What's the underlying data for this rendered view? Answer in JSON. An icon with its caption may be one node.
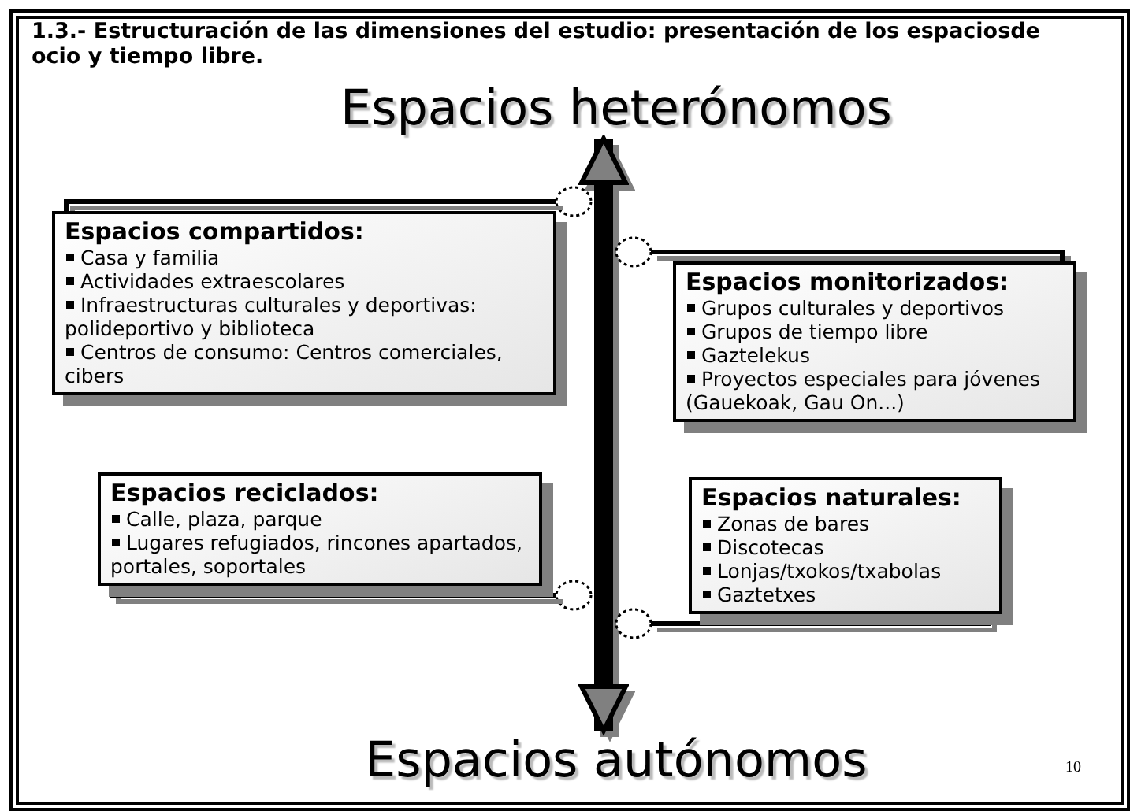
{
  "diagram": {
    "title": "1.3.- Estructuración de las dimensiones del estudio: presentación de los espaciosde ocio y tiempo libre.",
    "nodes": [
      {
        "text": [
          "Espacios compartidos:",
          "Casa y familia",
          "Actividades extraescolares",
          "Infraestructuras culturales y deportivas: polideportivo y biblioteca",
          "Centros de consumo: Centros comerciales, cibers"
        ]
      },
      {
        "text": [
          "Espacios monitorizados:",
          "Grupos culturales y deportivos",
          "Grupos de tiempo libre",
          "Gaztelekus",
          "Proyectos especiales para jóvenes (Gauekoak, Gau On...)"
        ]
      },
      {
        "text": [
          "Espacios reciclados:",
          "Calle, plaza, parque",
          "Lugares refugiados, rincones apartados, portales, soportales"
        ]
      },
      {
        "text": [
          "Espacios naturales:",
          "Zonas de bares",
          "Discotecas",
          "Lonjas/txokos/txabolas",
          "Gaztetxes"
        ]
      },
      {
        "text": [
          "Espacios heterónomos"
        ]
      },
      {
        "text": [
          "Espacios autónomos"
        ]
      },
      {
        "text": [],
        "shape": "circle"
      },
      {
        "text": [],
        "shape": "circle"
      },
      {
        "text": [],
        "shape": "circle"
      },
      {
        "text": [],
        "shape": "circle"
      }
    ],
    "edges": [
      {
        "from": 4,
        "to": 5,
        "arrow": "both",
        "style": "thick"
      },
      {
        "from": 0,
        "to": 6,
        "arrow": "none"
      },
      {
        "from": 1,
        "to": 7,
        "arrow": "none"
      },
      {
        "from": 2,
        "to": 8,
        "arrow": "none"
      },
      {
        "from": 3,
        "to": 9,
        "arrow": "none"
      }
    ],
    "labels": [
      "10"
    ]
  }
}
